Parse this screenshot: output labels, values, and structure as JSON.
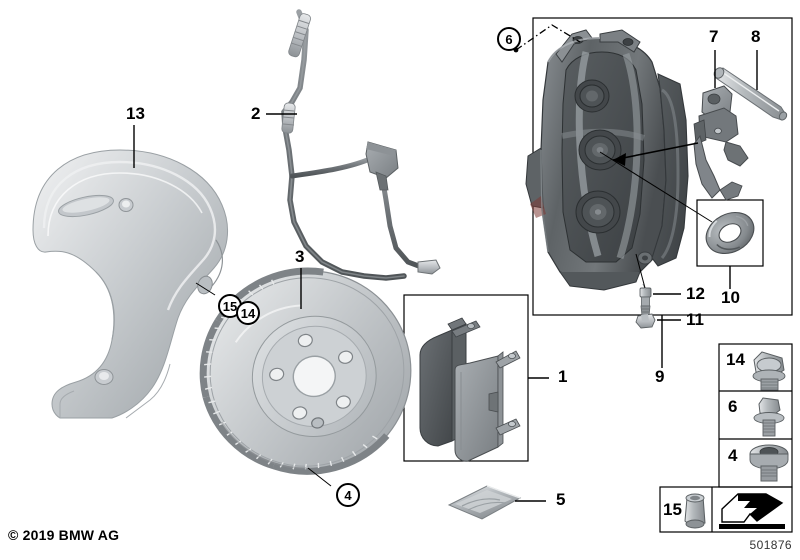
{
  "document": {
    "type": "exploded-parts-diagram",
    "subject": "Front brake assembly",
    "copyright": "© 2019 BMW AG",
    "diagram_id": "501876",
    "background_color": "#ffffff",
    "line_color": "#000000"
  },
  "callouts": {
    "pads_box": "1",
    "wear_sensor": "2",
    "brake_disc": "3",
    "disc_screw_circled": "4",
    "grease_sachet": "5",
    "caliper_bolt_circled": "6",
    "retaining_clip": "7",
    "retaining_pin": "8",
    "caliper_assembly": "9",
    "seal_ring": "10",
    "bleeder_cap": "11",
    "bleeder_screw": "12",
    "dust_shield": "13",
    "shield_bolt_circled": "14",
    "shield_bush_circled": "15"
  },
  "legend": {
    "bolt_items": [
      {
        "number": "14",
        "icon": "hex-flange-bolt-icon"
      },
      {
        "number": "6",
        "icon": "flange-bolt-icon"
      },
      {
        "number": "4",
        "icon": "countersunk-screw-icon"
      }
    ],
    "bush_item": {
      "number": "15",
      "icon": "sleeve-bush-icon"
    },
    "symbol_item": {
      "icon": "install-arrow-icon"
    }
  },
  "parts": [
    {
      "id": "1",
      "name": "Brake pad set",
      "icon": "brake-pads-icon",
      "boxed": true
    },
    {
      "id": "2",
      "name": "Brake pad wear sensor",
      "icon": "wear-sensor-cable-icon",
      "boxed": false
    },
    {
      "id": "3",
      "name": "Ventilated brake disc",
      "icon": "vented-brake-disc-icon",
      "boxed": false
    },
    {
      "id": "5",
      "name": "Lubricant sachet",
      "icon": "grease-sachet-icon",
      "boxed": false
    },
    {
      "id": "7",
      "name": "Pad retaining clip",
      "icon": "retaining-clip-icon",
      "boxed": false
    },
    {
      "id": "8",
      "name": "Pad retaining pin",
      "icon": "retaining-pin-icon",
      "boxed": false
    },
    {
      "id": "9",
      "name": "Brake caliper housing",
      "icon": "brake-caliper-icon",
      "boxed": true
    },
    {
      "id": "10",
      "name": "Sealing ring",
      "icon": "seal-ring-icon",
      "boxed": true
    },
    {
      "id": "11",
      "name": "Bleeder cap",
      "icon": "bleeder-cap-icon",
      "boxed": false
    },
    {
      "id": "12",
      "name": "Bleeder screw",
      "icon": "bleeder-screw-icon",
      "boxed": false
    },
    {
      "id": "13",
      "name": "Brake dust shield",
      "icon": "dust-shield-icon",
      "boxed": false
    }
  ],
  "colors": {
    "metal_light": "#d8dadc",
    "metal_mid": "#aeb2b6",
    "metal_dark": "#7b8084",
    "caliper_dark": "#4e5255",
    "caliper_mid": "#6e7376",
    "pad_dark": "#54585b",
    "outline": "#2a2c2e"
  }
}
